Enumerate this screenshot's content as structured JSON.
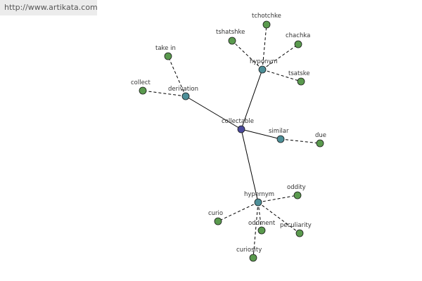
{
  "watermark": "http://www.artikata.com",
  "colors": {
    "center": "#4a4a9c",
    "relation": "#4d8f98",
    "word": "#5a9a4e",
    "edge": "#000000"
  },
  "graph": {
    "center": {
      "id": "collectable",
      "label": "collectable"
    },
    "relations": [
      {
        "id": "hyponym",
        "label": "hyponym",
        "words": [
          "tchotchke",
          "tshatshke",
          "chachka",
          "tsatske"
        ]
      },
      {
        "id": "derivation",
        "label": "derivation",
        "words": [
          "take in",
          "collect"
        ]
      },
      {
        "id": "similar",
        "label": "similar",
        "words": [
          "due"
        ]
      },
      {
        "id": "hypernym",
        "label": "hypernym",
        "words": [
          "oddity",
          "curio",
          "oddment",
          "peculiarity",
          "curiosity"
        ]
      }
    ]
  }
}
